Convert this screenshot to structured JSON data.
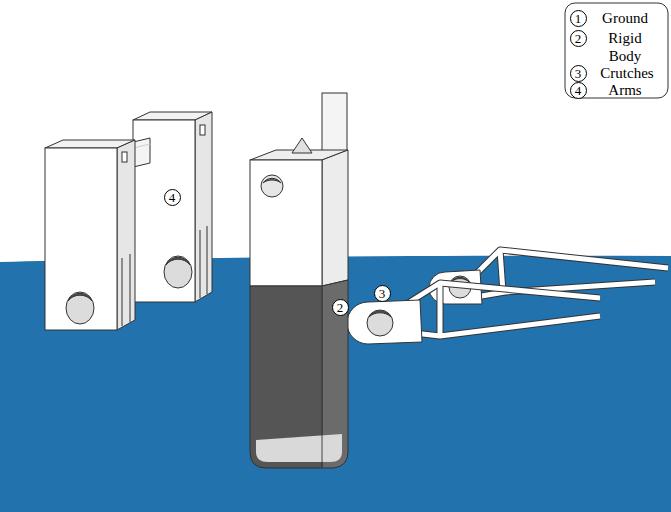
{
  "diagram": {
    "labels": [
      "4",
      "2",
      "3",
      "1",
      "2",
      "3",
      "4"
    ],
    "legend": [
      {
        "text": "Ground"
      },
      {
        "text": "Rigid Body"
      },
      {
        "text": "Crutches"
      },
      {
        "text": "Arms"
      }
    ]
  }
}
